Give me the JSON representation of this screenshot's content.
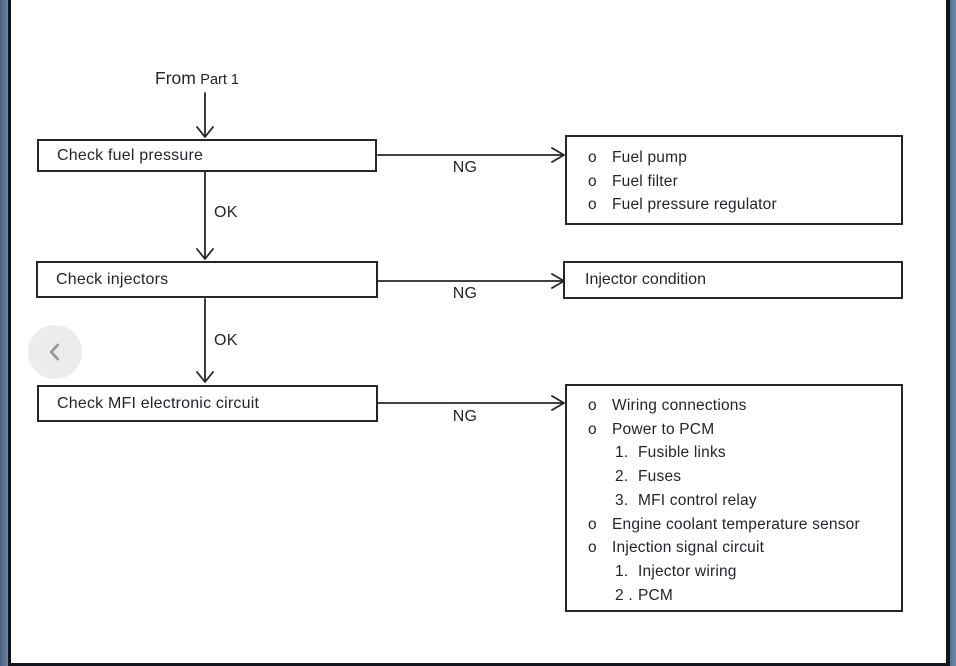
{
  "viewer": {
    "prev_button": {
      "name": "previous",
      "icon": "chevron-left"
    }
  },
  "flowchart": {
    "source_label": {
      "primary": "From",
      "secondary": "Part 1"
    },
    "rows": [
      {
        "step": "Check fuel pressure",
        "ng": "NG",
        "ok": "OK",
        "result": {
          "items": [
            {
              "bullet": "o",
              "text": "Fuel pump"
            },
            {
              "bullet": "o",
              "text": "Fuel filter"
            },
            {
              "bullet": "o",
              "text": "Fuel pressure regulator"
            }
          ]
        }
      },
      {
        "step": "Check injectors",
        "ng": "NG",
        "ok": "OK",
        "result": {
          "items": [
            {
              "text": "Injector condition"
            }
          ]
        }
      },
      {
        "step": "Check MFI electronic circuit",
        "ng": "NG",
        "result": {
          "items": [
            {
              "bullet": "o",
              "text": "Wiring connections"
            },
            {
              "bullet": "o",
              "text": "Power to PCM"
            },
            {
              "num": "1.",
              "text": "Fusible links"
            },
            {
              "num": "2.",
              "text": "Fuses"
            },
            {
              "num": "3.",
              "text": "MFI control relay"
            },
            {
              "bullet": "o",
              "text": "Engine coolant temperature sensor"
            },
            {
              "bullet": "o",
              "text": "Injection signal circuit"
            },
            {
              "num": "1.",
              "text": "Injector wiring"
            },
            {
              "num": "2 .",
              "text": "PCM"
            }
          ]
        }
      }
    ]
  },
  "colors": {
    "frame_blue": "#5d7896",
    "frame_line": "#0f141d",
    "ink": "#23262b",
    "nav_circle": "#ececec",
    "nav_chevron": "#9a9a9a"
  }
}
